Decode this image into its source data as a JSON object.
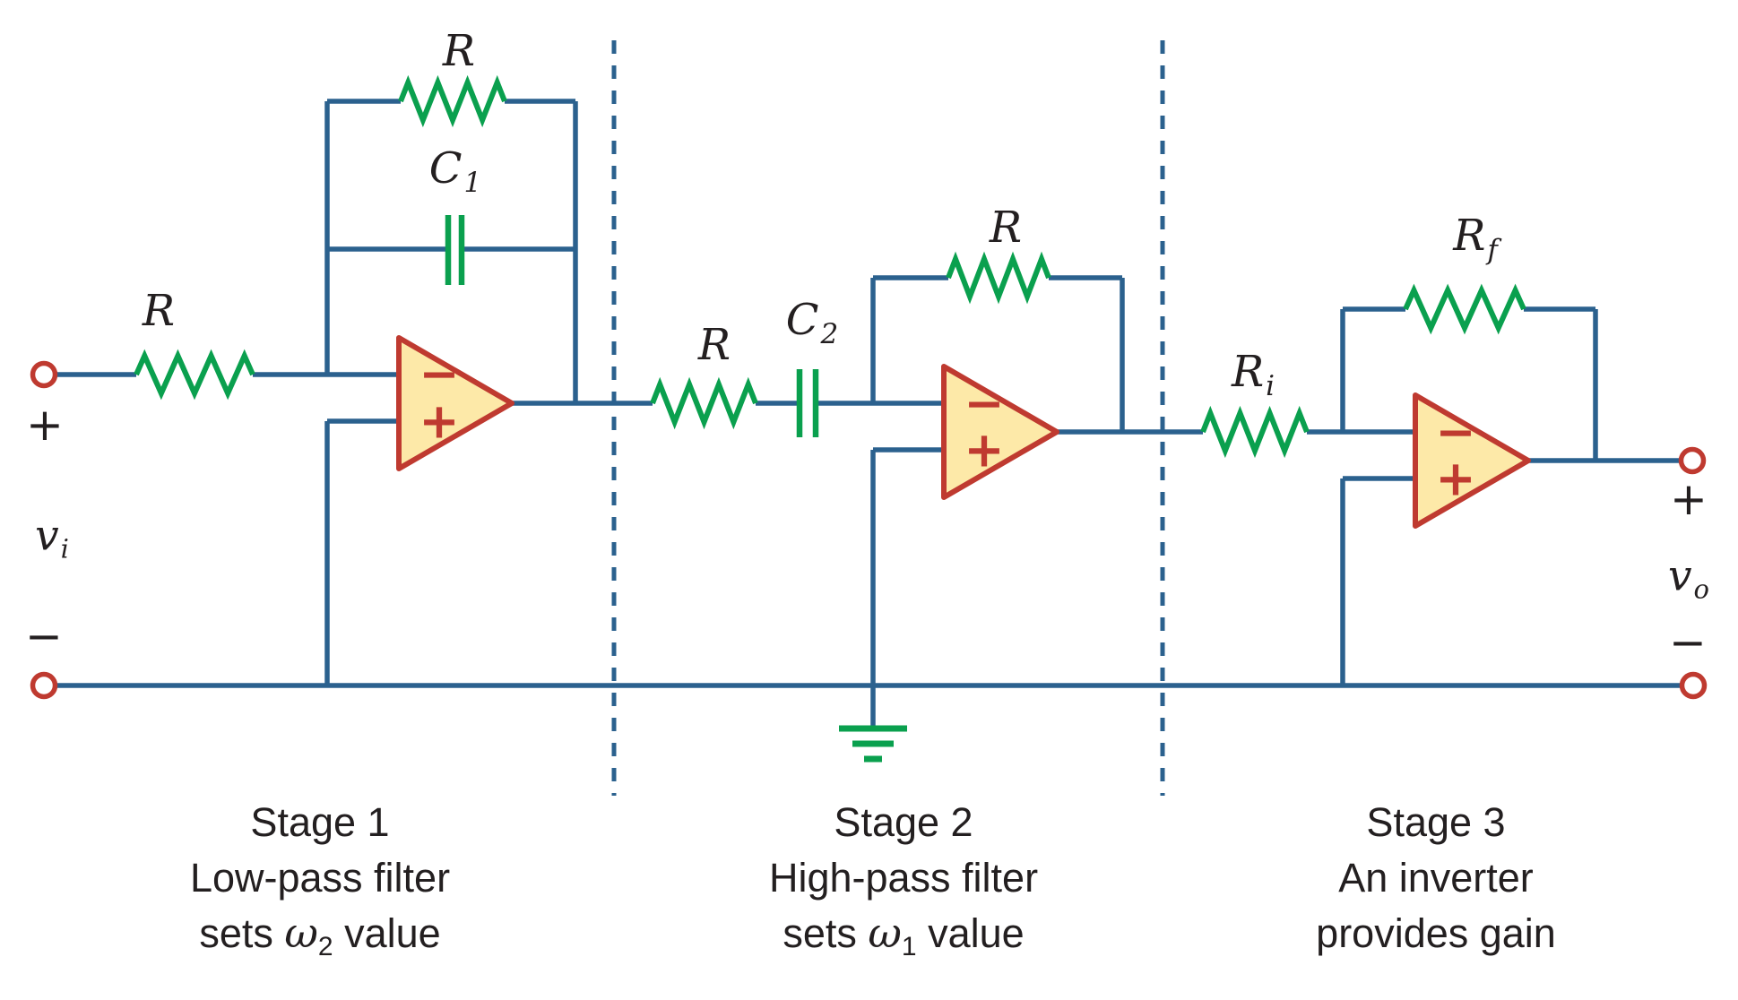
{
  "colors": {
    "wire": "#2b618e",
    "component": "#0aa04e",
    "opamp-outline": "#bf3a30",
    "opamp-fill": "#fde9a8",
    "terminal": "#bf3a30",
    "text": "#231f20"
  },
  "opamp": {
    "minus": "−",
    "plus": "+"
  },
  "terminals": {
    "in_plus": "+",
    "in_minus": "−",
    "out_plus": "+",
    "out_minus": "−"
  },
  "labels": {
    "v_in": {
      "base": "v",
      "sub": "i"
    },
    "v_out": {
      "base": "v",
      "sub": "o"
    },
    "r_in": {
      "base": "R",
      "sub": ""
    },
    "r_fb1": {
      "base": "R",
      "sub": ""
    },
    "c1": {
      "base": "C",
      "sub": "1"
    },
    "r_s2": {
      "base": "R",
      "sub": ""
    },
    "c2": {
      "base": "C",
      "sub": "2"
    },
    "r_fb2": {
      "base": "R",
      "sub": ""
    },
    "r_i": {
      "base": "R",
      "sub": "i"
    },
    "r_f": {
      "base": "R",
      "sub": "f"
    }
  },
  "stages": [
    {
      "title": "Stage 1",
      "desc1": "Low-pass filter",
      "desc2": {
        "pre": "sets ",
        "omega": "ω",
        "sub": "2",
        "post": " value"
      }
    },
    {
      "title": "Stage 2",
      "desc1": "High-pass filter",
      "desc2": {
        "pre": "sets ",
        "omega": "ω",
        "sub": "1",
        "post": " value"
      }
    },
    {
      "title": "Stage 3",
      "desc1": "An inverter",
      "desc2": {
        "pre": "provides gain",
        "omega": "",
        "sub": "",
        "post": ""
      }
    }
  ]
}
